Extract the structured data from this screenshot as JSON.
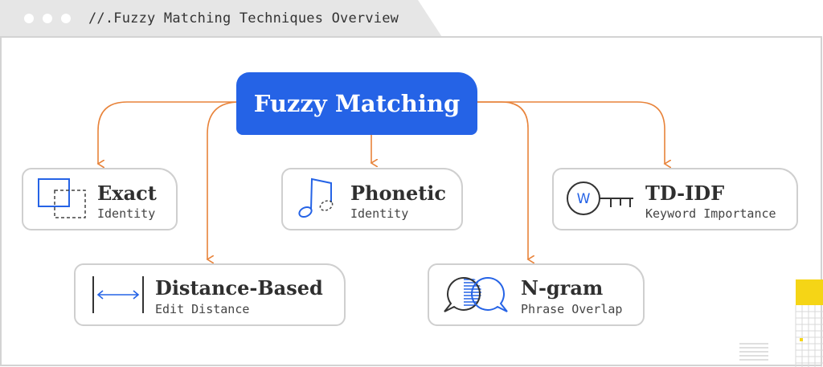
{
  "window": {
    "title": "//.Fuzzy Matching Techniques Overview"
  },
  "diagram": {
    "root": {
      "label": "Fuzzy Matching"
    },
    "nodes": [
      {
        "id": "exact",
        "title": "Exact",
        "subtitle": "Identity",
        "icon": "overlapping-squares-icon"
      },
      {
        "id": "phonetic",
        "title": "Phonetic",
        "subtitle": "Identity",
        "icon": "music-note-icon"
      },
      {
        "id": "tdidf",
        "title": "TD-IDF",
        "subtitle": "Keyword Importance",
        "icon": "key-icon",
        "icon_letter": "W"
      },
      {
        "id": "distance",
        "title": "Distance-Based",
        "subtitle": "Edit Distance",
        "icon": "edit-distance-icon"
      },
      {
        "id": "ngram",
        "title": "N-gram",
        "subtitle": "Phrase Overlap",
        "icon": "speech-bubbles-overlap-icon"
      }
    ]
  },
  "colors": {
    "accent": "#2563e6",
    "connector": "#e8833a",
    "highlight": "#f5d516",
    "card_border": "#cfcfcf"
  }
}
